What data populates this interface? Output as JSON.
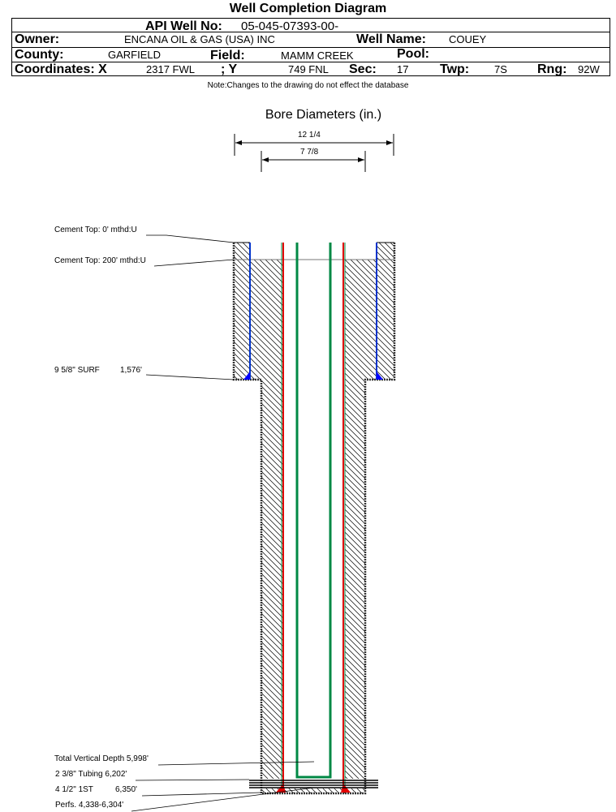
{
  "title": "Well Completion Diagram",
  "header": {
    "api_label": "API Well No:",
    "api_value": "05-045-07393-00-",
    "owner_label": "Owner:",
    "owner_value": "ENCANA OIL & GAS (USA) INC",
    "well_name_label": "Well Name:",
    "well_name_value": "COUEY",
    "county_label": "County:",
    "county_value": "GARFIELD",
    "field_label": "Field:",
    "field_value": "MAMM CREEK",
    "pool_label": "Pool:",
    "coord_x_label": "Coordinates: X",
    "coord_x_value": "2317 FWL",
    "coord_y_label": "; Y",
    "coord_y_value": "749 FNL",
    "sec_label": "Sec:",
    "sec_value": "17",
    "twp_label": "Twp:",
    "twp_value": "7S",
    "rng_label": "Rng:",
    "rng_value": "92W"
  },
  "note": "Note:Changes to the drawing do not effect the database",
  "bore": {
    "title": "Bore Diameters (in.)",
    "outer": "12 1/4",
    "inner": "7 7/8"
  },
  "labels": {
    "cement_top_0": "Cement Top: 0' mthd:U",
    "cement_top_200": "Cement Top: 200' mthd:U",
    "surf_casing": "9 5/8\" SURF",
    "surf_depth": "1,576'",
    "tvd": "Total Vertical Depth 5,998'",
    "tubing": "2 3/8\" Tubing 6,202'",
    "prod_casing": "4 1/2\" 1ST",
    "prod_depth": "6,350'",
    "perfs": "Perfs. 4,338-6,304'"
  },
  "colors": {
    "surface_casing": "#0033cc",
    "production_casing": "#e00000",
    "tubing": "#008844",
    "cement_shoe": "#0000ff"
  }
}
